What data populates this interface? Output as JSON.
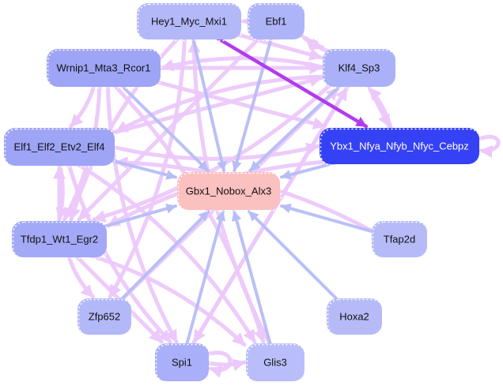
{
  "title": "Gene regulatory network",
  "colors": {
    "background": "#ffffff",
    "node_default": "#b3b8f8",
    "node_medium": "#9ea4f6",
    "node_target": "#fbc0c0",
    "node_highlight": "#3541f5",
    "edge_regulation": "#ecc8fb",
    "edge_target": "#b6bdf7",
    "edge_strong": "#b13bef",
    "label_dark": "#111111",
    "label_light": "#ffffff"
  },
  "nodes": [
    {
      "id": "hey1",
      "label": "Hey1_Myc_Mxi1",
      "role": "regulator",
      "color": "#b3b8f8"
    },
    {
      "id": "ebf1",
      "label": "Ebf1",
      "role": "regulator",
      "color": "#aeb4f8"
    },
    {
      "id": "wrnip1",
      "label": "Wrnip1_Mta3_Rcor1",
      "role": "regulator",
      "color": "#9ea4f6"
    },
    {
      "id": "klf4",
      "label": "Klf4_Sp3",
      "role": "regulator",
      "color": "#abb1f8"
    },
    {
      "id": "elf1",
      "label": "Elf1_Elf2_Etv2_Elf4",
      "role": "regulator",
      "color": "#9ea4f6"
    },
    {
      "id": "ybx1",
      "label": "Ybx1_Nfya_Nfyb_Nfyc_Cebpz",
      "role": "highlighted",
      "color": "#3541f5"
    },
    {
      "id": "gbx1",
      "label": "Gbx1_Nobox_Alx3",
      "role": "target",
      "color": "#fbc0c0"
    },
    {
      "id": "tfdp1",
      "label": "Tfdp1_Wt1_Egr2",
      "role": "regulator",
      "color": "#a3a9f7"
    },
    {
      "id": "tfap2d",
      "label": "Tfap2d",
      "role": "regulator",
      "color": "#b6bbf8"
    },
    {
      "id": "zfp652",
      "label": "Zfp652",
      "role": "regulator",
      "color": "#b3b8f8"
    },
    {
      "id": "hoxa2",
      "label": "Hoxa2",
      "role": "regulator",
      "color": "#b6bbf8"
    },
    {
      "id": "spi1",
      "label": "Spi1",
      "role": "regulator",
      "color": "#a9aff8"
    },
    {
      "id": "glis3",
      "label": "Glis3",
      "role": "regulator",
      "color": "#b9befa"
    }
  ],
  "edges": [
    {
      "from": "hey1",
      "to": "gbx1",
      "type": "target"
    },
    {
      "from": "ebf1",
      "to": "gbx1",
      "type": "target"
    },
    {
      "from": "wrnip1",
      "to": "gbx1",
      "type": "target"
    },
    {
      "from": "klf4",
      "to": "gbx1",
      "type": "target"
    },
    {
      "from": "elf1",
      "to": "gbx1",
      "type": "target"
    },
    {
      "from": "ybx1",
      "to": "gbx1",
      "type": "target"
    },
    {
      "from": "tfdp1",
      "to": "gbx1",
      "type": "target"
    },
    {
      "from": "tfap2d",
      "to": "gbx1",
      "type": "target"
    },
    {
      "from": "zfp652",
      "to": "gbx1",
      "type": "target"
    },
    {
      "from": "hoxa2",
      "to": "gbx1",
      "type": "target"
    },
    {
      "from": "spi1",
      "to": "gbx1",
      "type": "target"
    },
    {
      "from": "glis3",
      "to": "gbx1",
      "type": "target"
    },
    {
      "from": "hey1",
      "to": "ybx1",
      "type": "strong"
    },
    {
      "from": "ebf1",
      "to": "hey1",
      "type": "regulation"
    },
    {
      "from": "ebf1",
      "to": "klf4",
      "type": "regulation"
    },
    {
      "from": "klf4",
      "to": "ebf1",
      "type": "regulation"
    },
    {
      "from": "wrnip1",
      "to": "klf4",
      "type": "regulation"
    },
    {
      "from": "klf4",
      "to": "wrnip1",
      "type": "regulation"
    },
    {
      "from": "wrnip1",
      "to": "elf1",
      "type": "regulation"
    },
    {
      "from": "wrnip1",
      "to": "ybx1",
      "type": "regulation"
    },
    {
      "from": "wrnip1",
      "to": "spi1",
      "type": "regulation"
    },
    {
      "from": "wrnip1",
      "to": "glis3",
      "type": "regulation"
    },
    {
      "from": "klf4",
      "to": "ybx1",
      "type": "regulation"
    },
    {
      "from": "klf4",
      "to": "elf1",
      "type": "regulation"
    },
    {
      "from": "klf4",
      "to": "tfdp1",
      "type": "regulation"
    },
    {
      "from": "klf4",
      "to": "spi1",
      "type": "regulation"
    },
    {
      "from": "elf1",
      "to": "ybx1",
      "type": "regulation"
    },
    {
      "from": "elf1",
      "to": "tfdp1",
      "type": "regulation"
    },
    {
      "from": "tfdp1",
      "to": "elf1",
      "type": "regulation"
    },
    {
      "from": "elf1",
      "to": "spi1",
      "type": "regulation"
    },
    {
      "from": "elf1",
      "to": "glis3",
      "type": "regulation"
    },
    {
      "from": "elf1",
      "to": "klf4",
      "type": "regulation"
    },
    {
      "from": "tfdp1",
      "to": "zfp652",
      "type": "regulation"
    },
    {
      "from": "tfdp1",
      "to": "glis3",
      "type": "regulation"
    },
    {
      "from": "tfdp1",
      "to": "spi1",
      "type": "regulation"
    },
    {
      "from": "ybx1",
      "to": "tfdp1",
      "type": "regulation"
    },
    {
      "from": "ybx1",
      "to": "ybx1",
      "type": "regulation"
    },
    {
      "from": "ebf1",
      "to": "tfdp1",
      "type": "regulation"
    },
    {
      "from": "hey1",
      "to": "tfdp1",
      "type": "regulation"
    },
    {
      "from": "hey1",
      "to": "zfp652",
      "type": "regulation"
    },
    {
      "from": "hey1",
      "to": "klf4",
      "type": "regulation"
    },
    {
      "from": "tfap2d",
      "to": "elf1",
      "type": "regulation"
    },
    {
      "from": "spi1",
      "to": "spi1",
      "type": "regulation"
    },
    {
      "from": "spi1",
      "to": "klf4",
      "type": "regulation"
    },
    {
      "from": "spi1",
      "to": "glis3",
      "type": "regulation"
    },
    {
      "from": "glis3",
      "to": "hey1",
      "type": "regulation"
    },
    {
      "from": "zfp652",
      "to": "klf4",
      "type": "regulation"
    },
    {
      "from": "ybx1",
      "to": "klf4",
      "type": "regulation"
    },
    {
      "from": "wrnip1",
      "to": "tfdp1",
      "type": "regulation"
    }
  ]
}
